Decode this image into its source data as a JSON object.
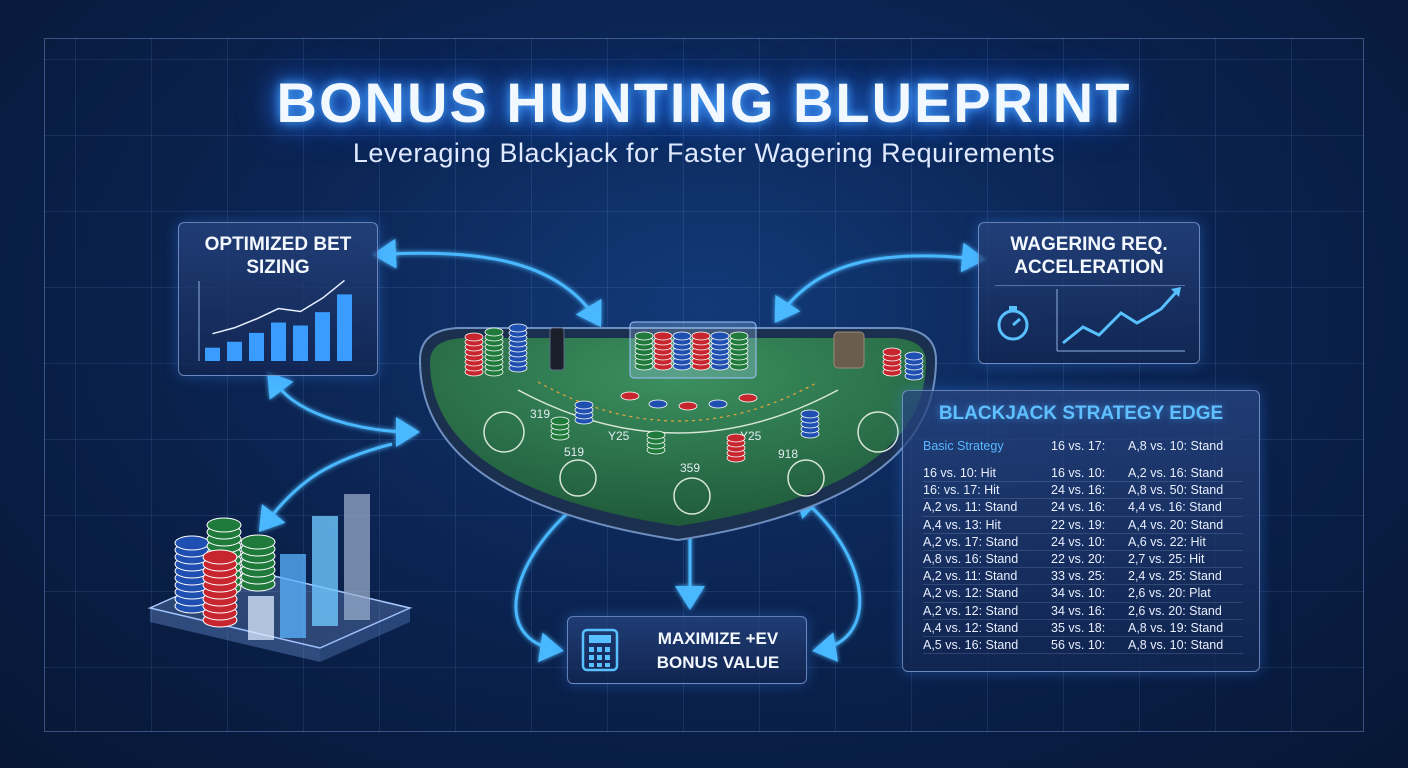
{
  "title": "BONUS HUNTING BLUEPRINT",
  "subtitle": "Leveraging Blackjack for Faster Wagering Requirements",
  "panels": {
    "bet_sizing": "OPTIMIZED BET SIZING",
    "wagering": "WAGERING REQ. ACCELERATION",
    "ev": "MAXIMIZE +EV BONUS VALUE"
  },
  "table_labels": {
    "left": "519",
    "center": "359",
    "right": "918",
    "arc_left": "Y25",
    "arc_right": "Y25",
    "edge_left": "319"
  },
  "strategy": {
    "title": "BLACKJACK STRATEGY EDGE",
    "header": [
      "Basic Strategy",
      "16 vs. 17:",
      "A,8 vs. 10:  Stand"
    ],
    "rows": [
      [
        "16  vs. 10:  Hit",
        "16 vs. 10:",
        "A,2 vs. 16:  Stand"
      ],
      [
        "16:  vs. 17:  Hit",
        "24 vs. 16:",
        "A,8 vs. 50:  Stand"
      ],
      [
        "A,2 vs. 11:  Stand",
        "24 vs. 16:",
        "4,4 vs. 16:  Stand"
      ],
      [
        "A,4 vs. 13:  Hit",
        "22 vs. 19:",
        "A,4 vs. 20:  Stand"
      ],
      [
        "A,2 vs. 17:  Stand",
        "24 vs. 10:",
        "A,6 vs. 22:  Hit"
      ],
      [
        "A,8 vs. 16:  Stand",
        "22 vs. 20:",
        "2,7 vs. 25:  Hit"
      ],
      [
        "A,2 vs. 11:  Stand",
        "33 vs. 25:",
        "2,4 vs. 25:  Stand"
      ],
      [
        "A,2 vs. 12:  Stand",
        "34 vs. 10:",
        "2,6 vs. 20:  Plat"
      ],
      [
        "A,2 vs. 12:  Stand",
        "34 vs. 16:",
        "2,6 vs. 20:  Stand"
      ],
      [
        "A,4 vs. 12:  Stand",
        "35 vs. 18:",
        "A,8 vs. 19:  Stand"
      ],
      [
        "A,5 vs. 16:  Stand",
        "56 vs. 10:",
        "A,8 vs. 10:  Stand"
      ]
    ]
  },
  "bet_chart_levels": [
    0.18,
    0.26,
    0.38,
    0.52,
    0.48,
    0.66,
    0.9
  ],
  "colors": {
    "accent": "#4ab8ff",
    "felt": "#2f7a4a",
    "chip_red": "#c7262e",
    "chip_green": "#1f7a3c",
    "chip_blue": "#1f4fb0"
  },
  "icons": {
    "stopwatch": "stopwatch-icon",
    "calculator": "calculator-icon"
  }
}
